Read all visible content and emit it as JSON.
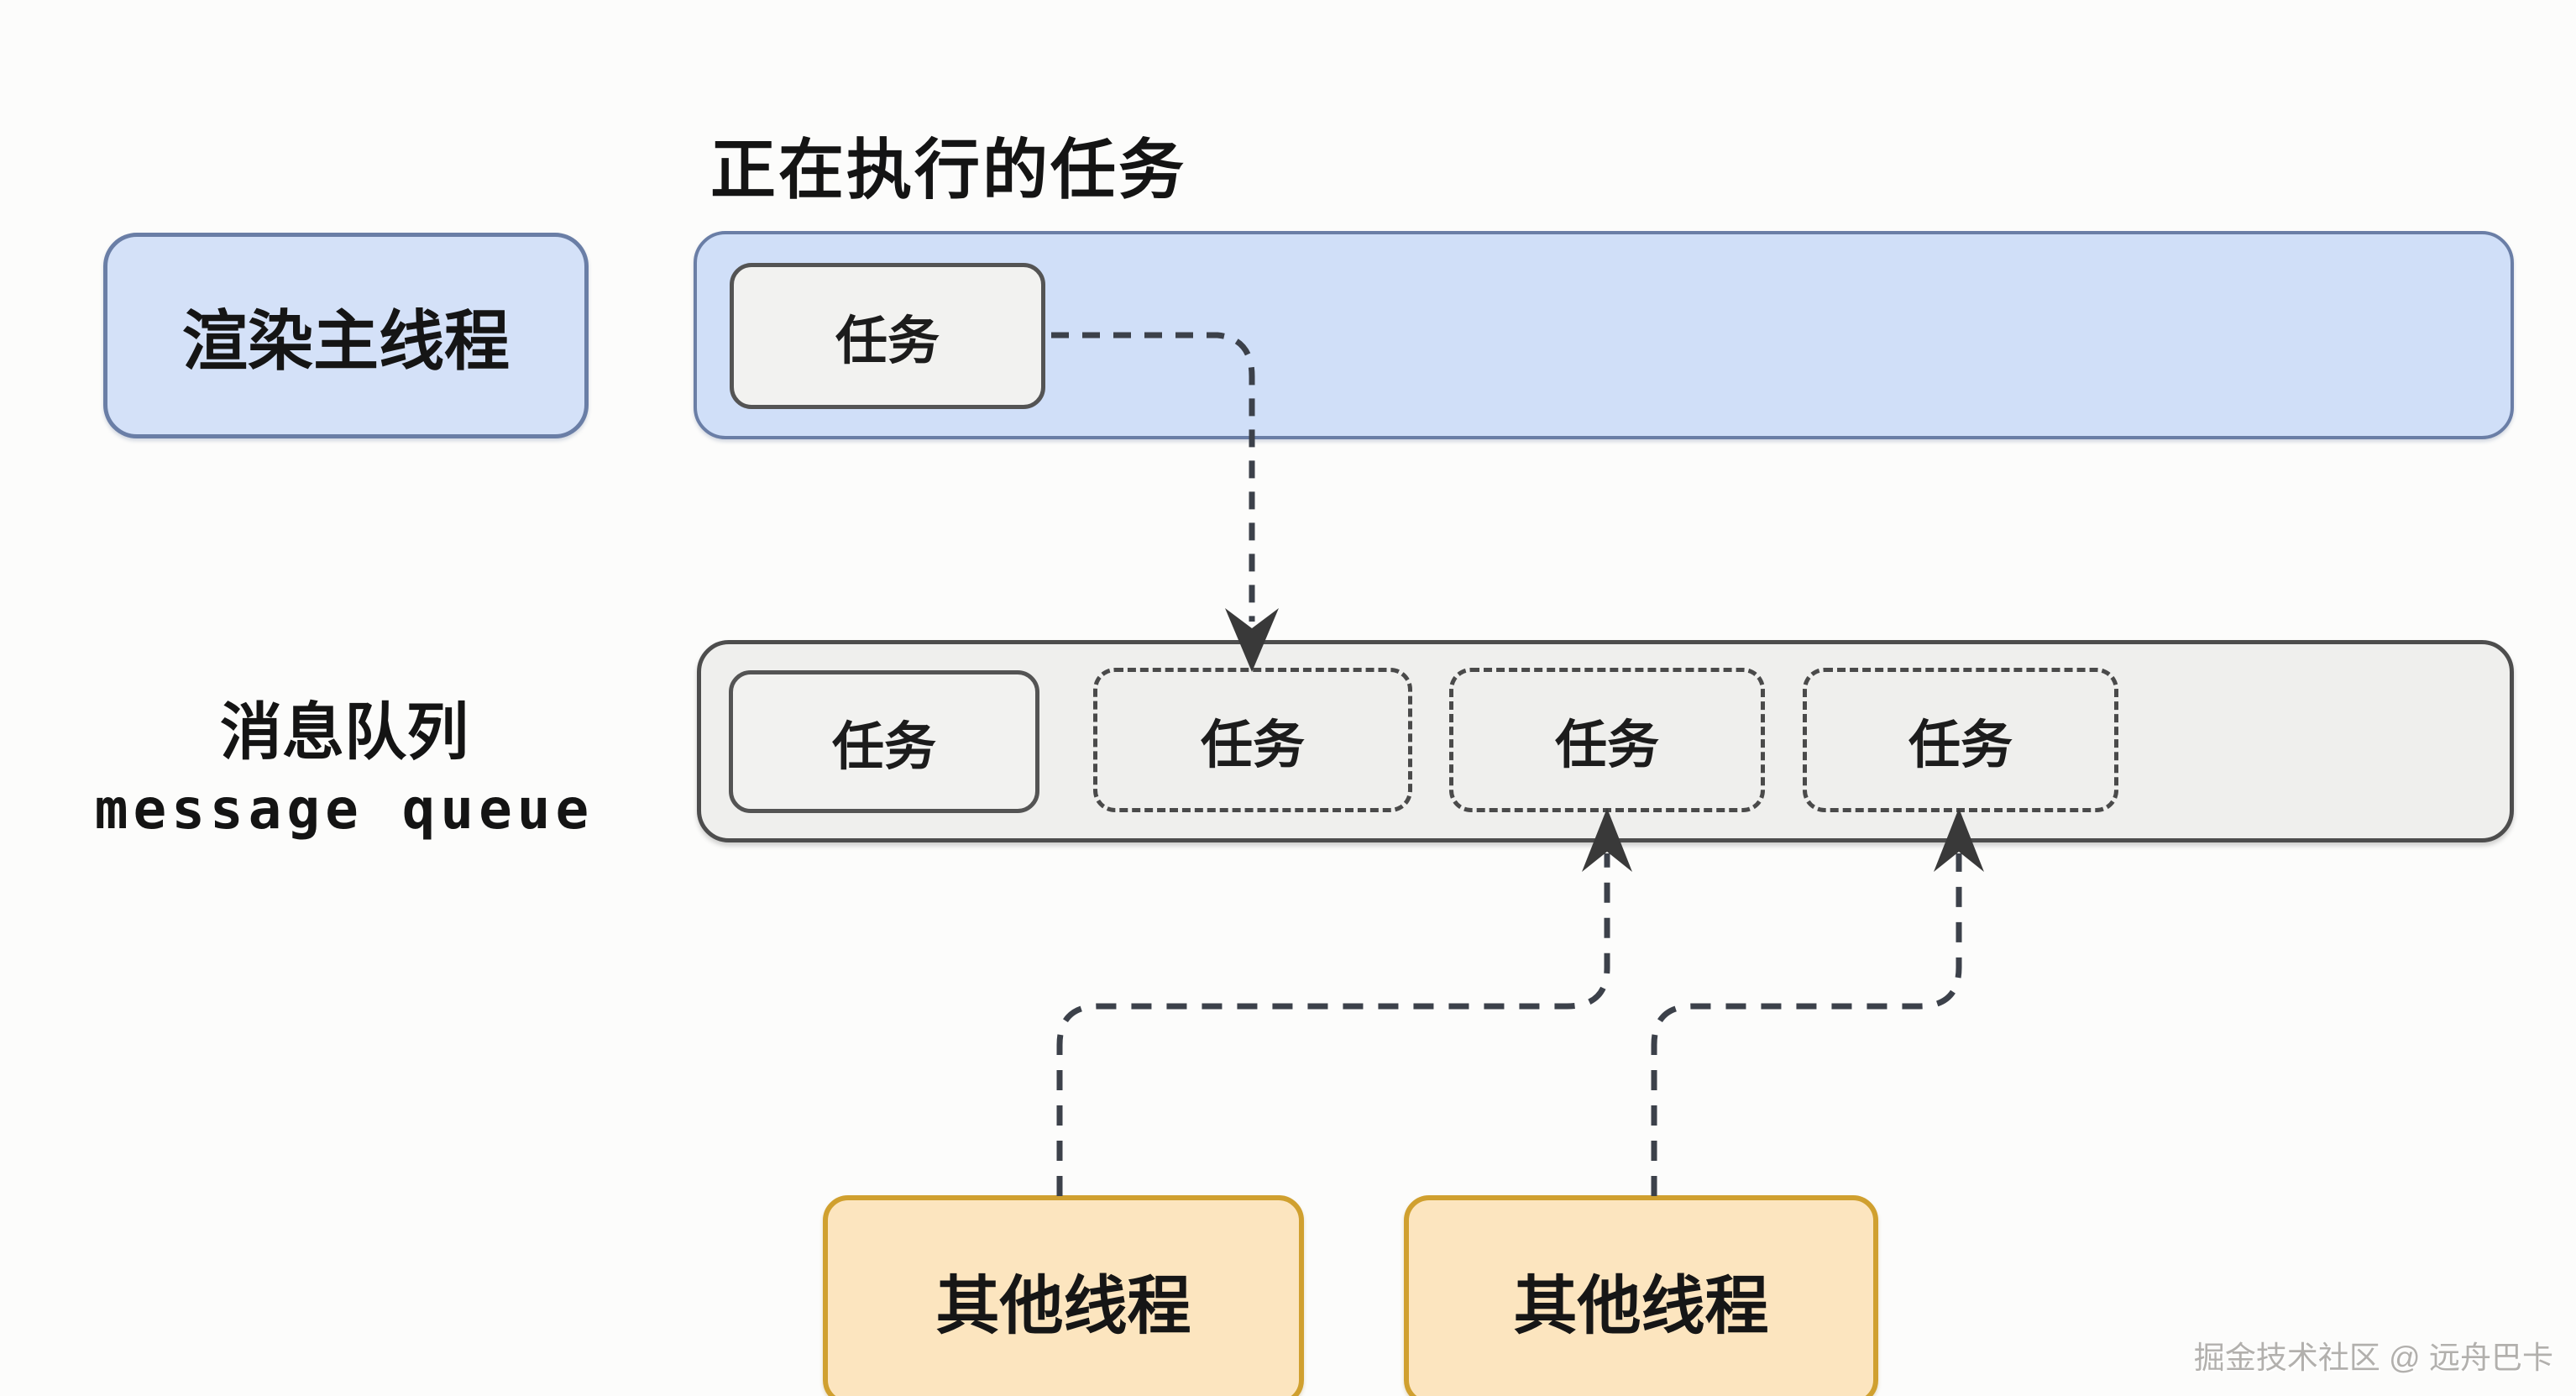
{
  "title": "正在执行的任务",
  "render_thread": {
    "label": "渲染主线程"
  },
  "render_track": {
    "running_task_label": "任务"
  },
  "queue": {
    "label_cn": "消息队列",
    "label_en": "message queue",
    "tasks": [
      {
        "label": "任务",
        "style": "solid"
      },
      {
        "label": "任务",
        "style": "dashed"
      },
      {
        "label": "任务",
        "style": "dashed"
      },
      {
        "label": "任务",
        "style": "dashed"
      }
    ]
  },
  "other_threads": [
    {
      "label": "其他线程"
    },
    {
      "label": "其他线程"
    }
  ],
  "watermark": {
    "line1": "掘金技术社区 @ 远舟巴卡",
    "line2_clipped": "掘金技术社区 @ 远舟巴卡"
  },
  "colors": {
    "background": "#fcfcfb",
    "thread_fill": "#d0dff8",
    "thread_border": "#6a7ea6",
    "queue_fill": "#efefed",
    "queue_border": "#4d4d4d",
    "task_fill": "#f2f2f0",
    "task_border": "#545454",
    "other_thread_fill": "#fce5bf",
    "other_thread_border": "#d0a02f",
    "connector": "#3c414a",
    "watermark": "#b2b0ad"
  }
}
